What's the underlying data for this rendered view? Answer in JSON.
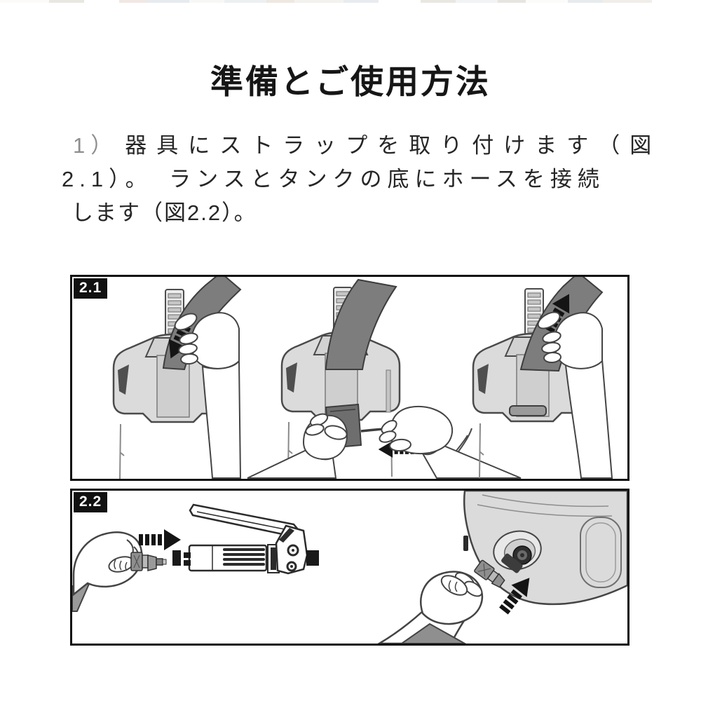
{
  "top_strip": {
    "segments": [
      {
        "w": 7,
        "c": "#fbfaf8"
      },
      {
        "w": 5,
        "c": "#eae7e1"
      },
      {
        "w": 5,
        "c": "#ffffff"
      },
      {
        "w": 4,
        "c": "#f1e8e3"
      },
      {
        "w": 6,
        "c": "#e6ebf0"
      },
      {
        "w": 5,
        "c": "#f7f7f6"
      },
      {
        "w": 6,
        "c": "#edf0f2"
      },
      {
        "w": 4,
        "c": "#eee8e0"
      },
      {
        "w": 7,
        "c": "#f4f2ee"
      },
      {
        "w": 5,
        "c": "#e8ecf0"
      },
      {
        "w": 6,
        "c": "#ffffff"
      },
      {
        "w": 5,
        "c": "#eae7e1"
      },
      {
        "w": 6,
        "c": "#f2f3f5"
      },
      {
        "w": 4,
        "c": "#e7e5e0"
      },
      {
        "w": 6,
        "c": "#fbfbfa"
      },
      {
        "w": 5,
        "c": "#e8ebee"
      },
      {
        "w": 7,
        "c": "#f1eee9"
      },
      {
        "w": 7,
        "c": "#ffffff"
      }
    ]
  },
  "title": "準備とご使用方法",
  "instructions": {
    "line1_prefix": "1）",
    "line1_text": "器具にストラップを取り付けます（図",
    "line2": "2.1）。　ランスとタンクの底にホースを接続",
    "line3": "します（図2.2）。"
  },
  "figures": [
    {
      "label": "2.1"
    },
    {
      "label": "2.2"
    }
  ],
  "colors": {
    "page_bg": "#ffffff",
    "title_text": "#161616",
    "body_text": "#262626",
    "step_number": "#8e8e8e",
    "figure_border": "#111111",
    "figure_label_bg": "#111111",
    "figure_label_text": "#ffffff",
    "strap_gray": "#7d7d7d",
    "device_gray": "#dbdbdb",
    "line_outline": "#444444",
    "arrow_black": "#141414"
  }
}
